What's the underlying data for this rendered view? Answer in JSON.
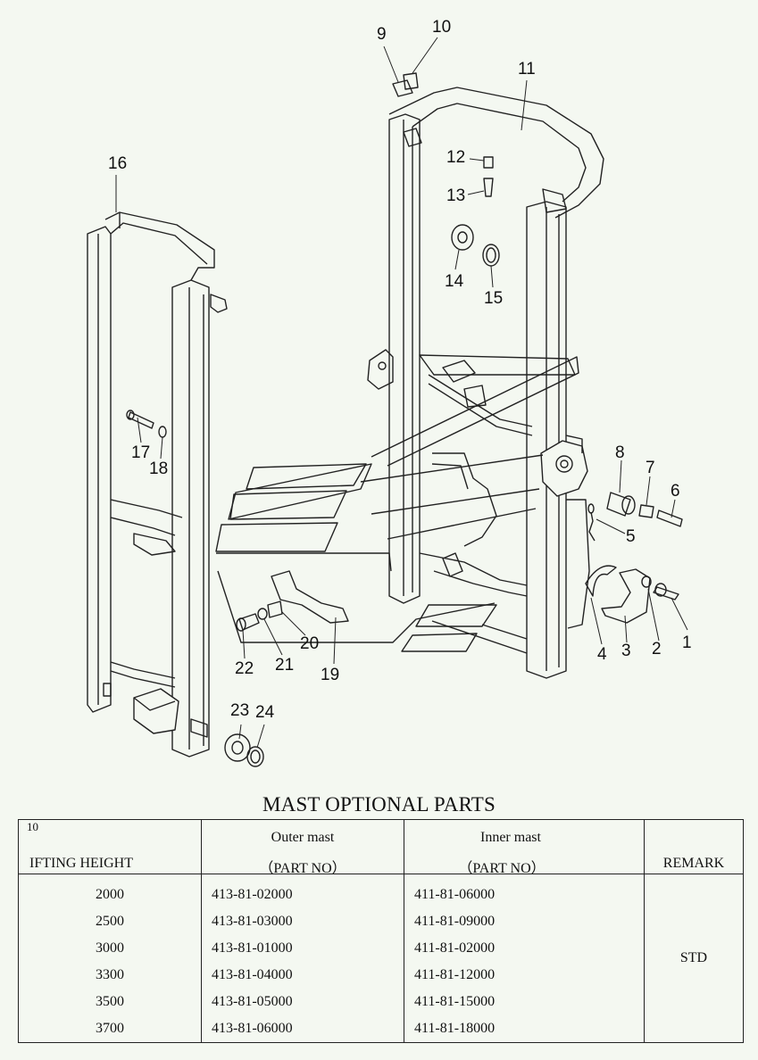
{
  "diagram": {
    "callouts": [
      "1",
      "2",
      "3",
      "4",
      "5",
      "6",
      "7",
      "8",
      "9",
      "10",
      "11",
      "12",
      "13",
      "14",
      "15",
      "16",
      "17",
      "18",
      "19",
      "20",
      "21",
      "22",
      "23",
      "24"
    ]
  },
  "table": {
    "title": "MAST OPTIONAL PARTS",
    "corner_number": "10",
    "col_height": "IFTING HEIGHT",
    "col_outer_line1": "Outer mast",
    "col_outer_line2": "（PART NO）",
    "col_inner_line1": "Inner mast",
    "col_inner_line2": "（PART NO）",
    "col_remark": "REMARK",
    "rows": [
      {
        "height": "2000",
        "outer": "413-81-02000",
        "inner": "411-81-06000"
      },
      {
        "height": "2500",
        "outer": "413-81-03000",
        "inner": "411-81-09000"
      },
      {
        "height": "3000",
        "outer": "413-81-01000",
        "inner": "411-81-02000"
      },
      {
        "height": "3300",
        "outer": "413-81-04000",
        "inner": "411-81-12000"
      },
      {
        "height": "3500",
        "outer": "413-81-05000",
        "inner": "411-81-15000"
      },
      {
        "height": "3700",
        "outer": "413-81-06000",
        "inner": "411-81-18000"
      }
    ],
    "remark": "STD"
  }
}
